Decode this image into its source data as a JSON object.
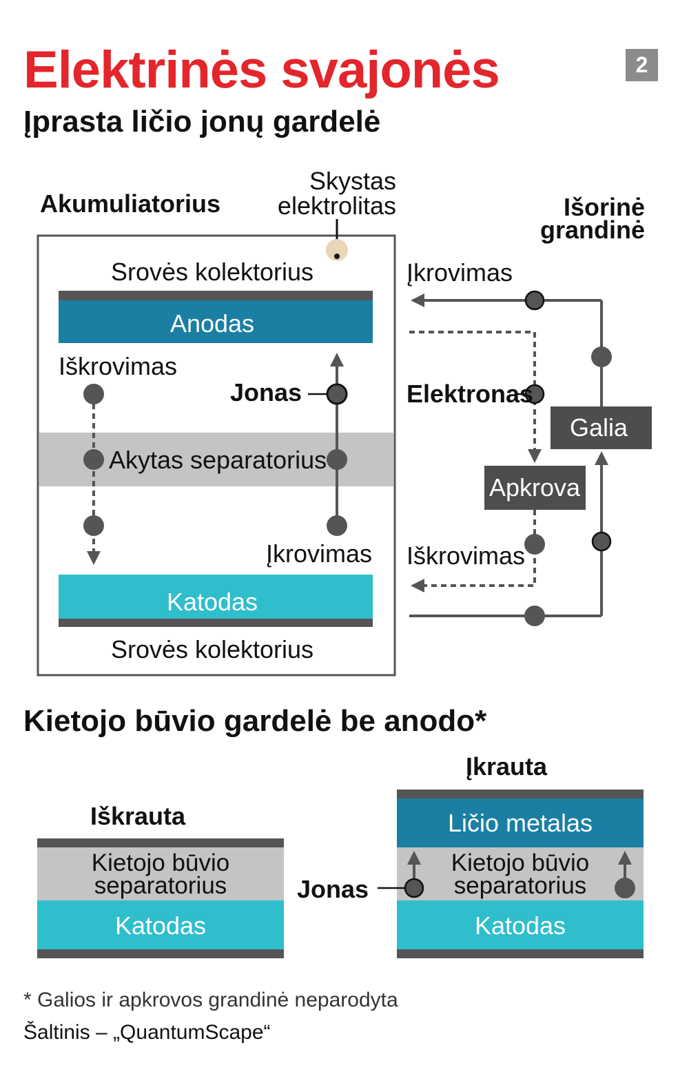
{
  "header": {
    "title": "Elektrinės svajonės",
    "subtitle": "Įprasta ličio jonų gardelė",
    "page_number": "2"
  },
  "battery": {
    "label": "Akumuliatorius",
    "electrolyte_label_line1": "Skystas",
    "electrolyte_label_line2": "elektrolitas",
    "current_collector_top": "Srovės kolektorius",
    "anode": "Anodas",
    "discharge": "Iškrovimas",
    "ion": "Jonas",
    "separator": "Akytas separatorius",
    "charge": "Įkrovimas",
    "cathode": "Katodas",
    "current_collector_bottom": "Srovės kolektorius"
  },
  "circuit": {
    "label_line1": "Išorinė",
    "label_line2": "grandinė",
    "charge": "Įkrovimas",
    "electron": "Elektronas",
    "power": "Galia",
    "load": "Apkrova",
    "discharge": "Iškrovimas"
  },
  "solid_state": {
    "title": "Kietojo būvio gardelė be anodo*",
    "discharged_label": "Iškrauta",
    "charged_label": "Įkrauta",
    "separator_line1": "Kietojo būvio",
    "separator_line2": "separatorius",
    "cathode": "Katodas",
    "lithium_metal": "Ličio metalas",
    "ion": "Jonas"
  },
  "footer": {
    "footnote": "* Galios ir apkrovos grandinė neparodyta",
    "source": "Šaltinis – „QuantumScape“"
  },
  "colors": {
    "title_red": "#e3262b",
    "anode_blue": "#1a7fa3",
    "cathode_cyan": "#2fbecb",
    "separator_gray": "#c4c4c4",
    "dark_gray": "#555555",
    "box_gray": "#4d4d4d"
  }
}
